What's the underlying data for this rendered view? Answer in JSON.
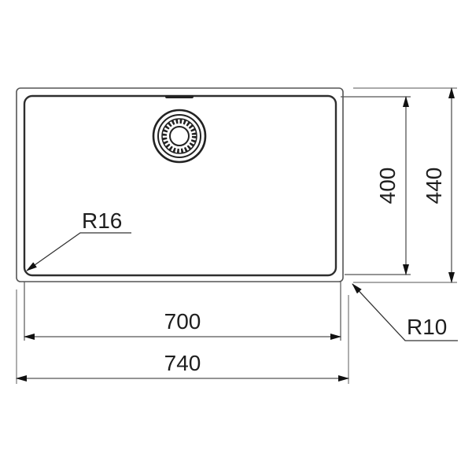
{
  "drawing": {
    "subject": "Undermount sink top-view dimension drawing",
    "colors": {
      "line": "#3a3a3a",
      "dim_line": "#555555",
      "text": "#1e1e1e",
      "background": "#ffffff"
    },
    "dimensions": {
      "inner_width": "700",
      "outer_width": "740",
      "inner_height": "400",
      "outer_height": "440",
      "inner_radius": "R16",
      "outer_radius": "R10"
    },
    "features": {
      "drain": "strainer-waste-icon",
      "overflow": "overflow-slot"
    }
  }
}
